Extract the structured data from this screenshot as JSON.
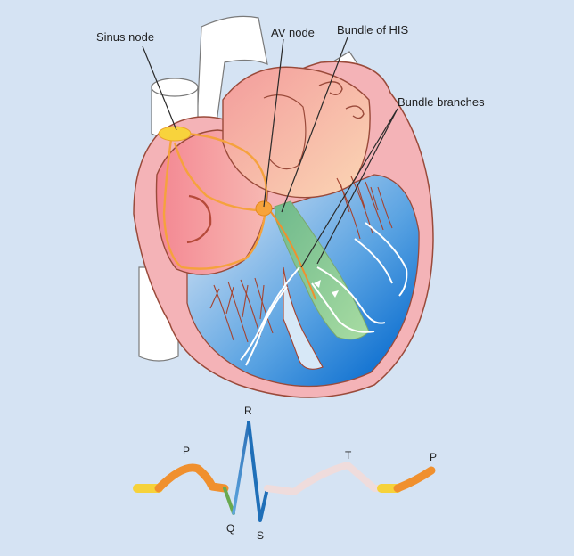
{
  "labels": {
    "sinus_node": "Sinus node",
    "av_node": "AV node",
    "bundle_his": "Bundle of HIS",
    "bundle_branches": "Bundle branches"
  },
  "waveform_labels": {
    "p_first": "P",
    "r": "R",
    "q": "Q",
    "s": "S",
    "t": "T",
    "p_second": "P"
  },
  "colors": {
    "background": "#d5e3f3",
    "vessel": "#ffffff",
    "pericardium": "#f2b0b5",
    "atrium_right": "#f39aa3",
    "atrium_left": "#f6b79a",
    "ventricle": "#2f86d6",
    "conduction": "#f7a340",
    "sinus_node": "#f7d43a",
    "bundle": "#8fcf8b",
    "wave_orange": "#f0902e",
    "wave_blue": "#1f6fb8",
    "wave_pink": "#f2dcdc"
  }
}
